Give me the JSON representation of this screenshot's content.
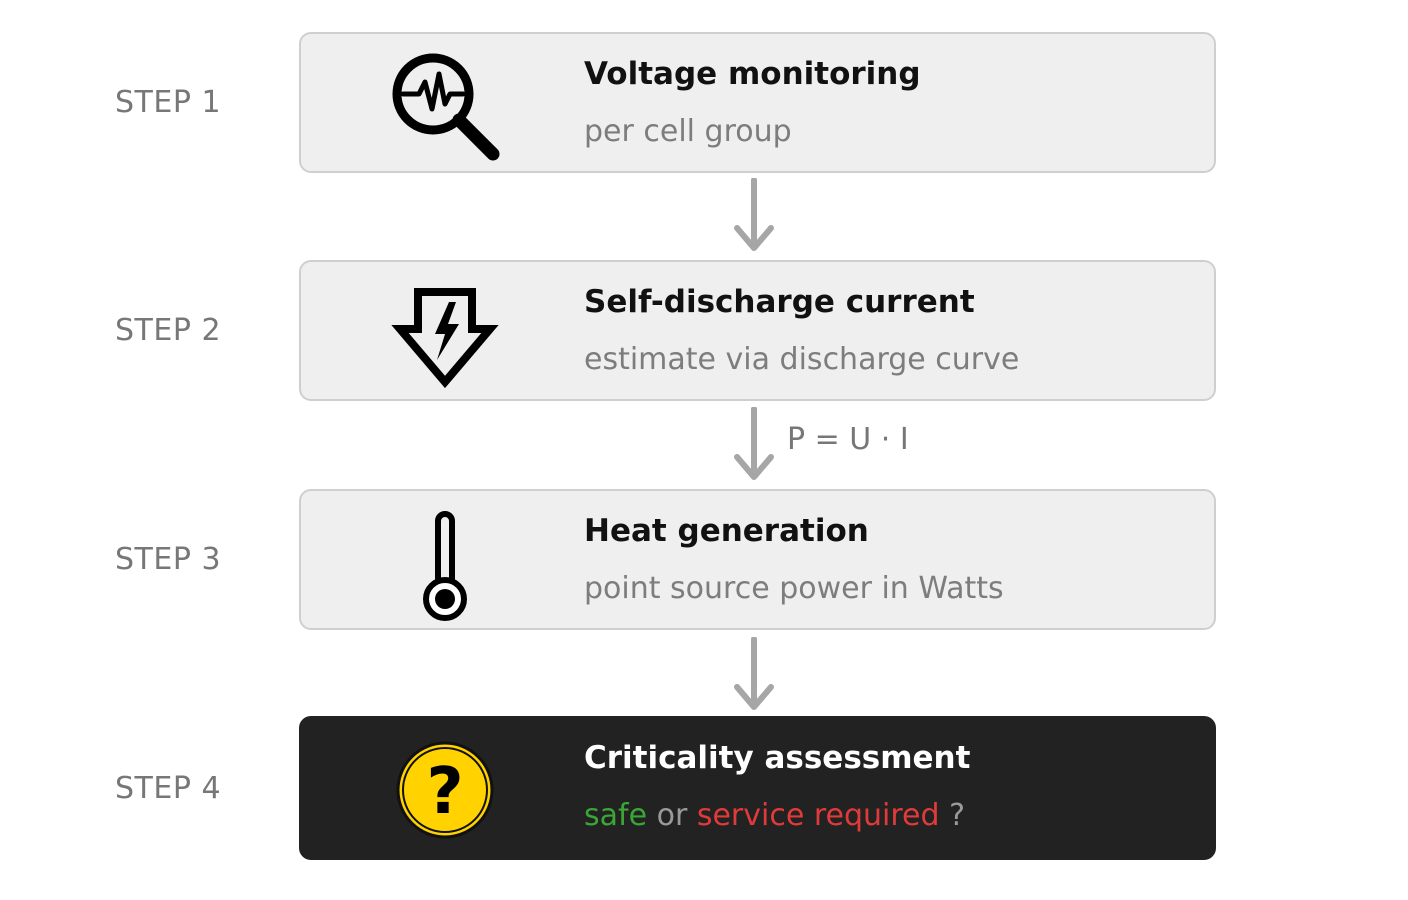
{
  "steps": [
    {
      "label": "STEP 1",
      "title": "Voltage monitoring",
      "subtitle": "per cell group",
      "icon": "magnifier-waveform-icon"
    },
    {
      "label": "STEP 2",
      "title": "Self-discharge current",
      "subtitle": "estimate via discharge curve",
      "icon": "down-arrow-lightning-icon"
    },
    {
      "label": "STEP 3",
      "title": "Heat generation",
      "subtitle": "point source power in Watts",
      "icon": "thermometer-icon"
    },
    {
      "label": "STEP 4",
      "title": "Criticality assessment",
      "icon": "question-mark-icon",
      "result": {
        "safe": "safe",
        "or": "or",
        "service": "service required",
        "question": "?"
      }
    }
  ],
  "formula": "P = U · I",
  "colors": {
    "box_fill": "#efefef",
    "box_border": "#cfcfcf",
    "dark_box": "#222222",
    "arrow": "#a6a6a6",
    "safe": "#3aa635",
    "service": "#e03a3a",
    "question_icon": "#ffd200"
  }
}
